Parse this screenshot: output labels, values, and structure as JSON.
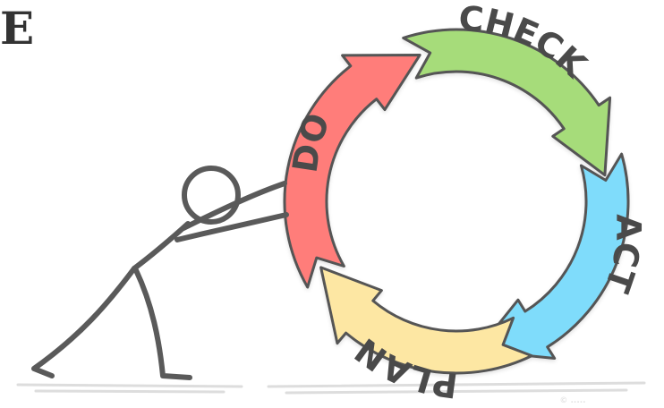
{
  "corner_text": "E",
  "cycle": {
    "steps": [
      {
        "key": "do",
        "label": "DO",
        "color": "#ff7d7a"
      },
      {
        "key": "check",
        "label": "CHECK",
        "color": "#a6dc7a"
      },
      {
        "key": "act",
        "label": "ACT",
        "color": "#7fdcfb"
      },
      {
        "key": "plan",
        "label": "PLAN",
        "color": "#fde7a3"
      }
    ],
    "outline_color": "#555555",
    "text_color": "#4a4a4a"
  },
  "figure": {
    "stroke_color": "#5a5a5a"
  },
  "watermark": "© ....."
}
